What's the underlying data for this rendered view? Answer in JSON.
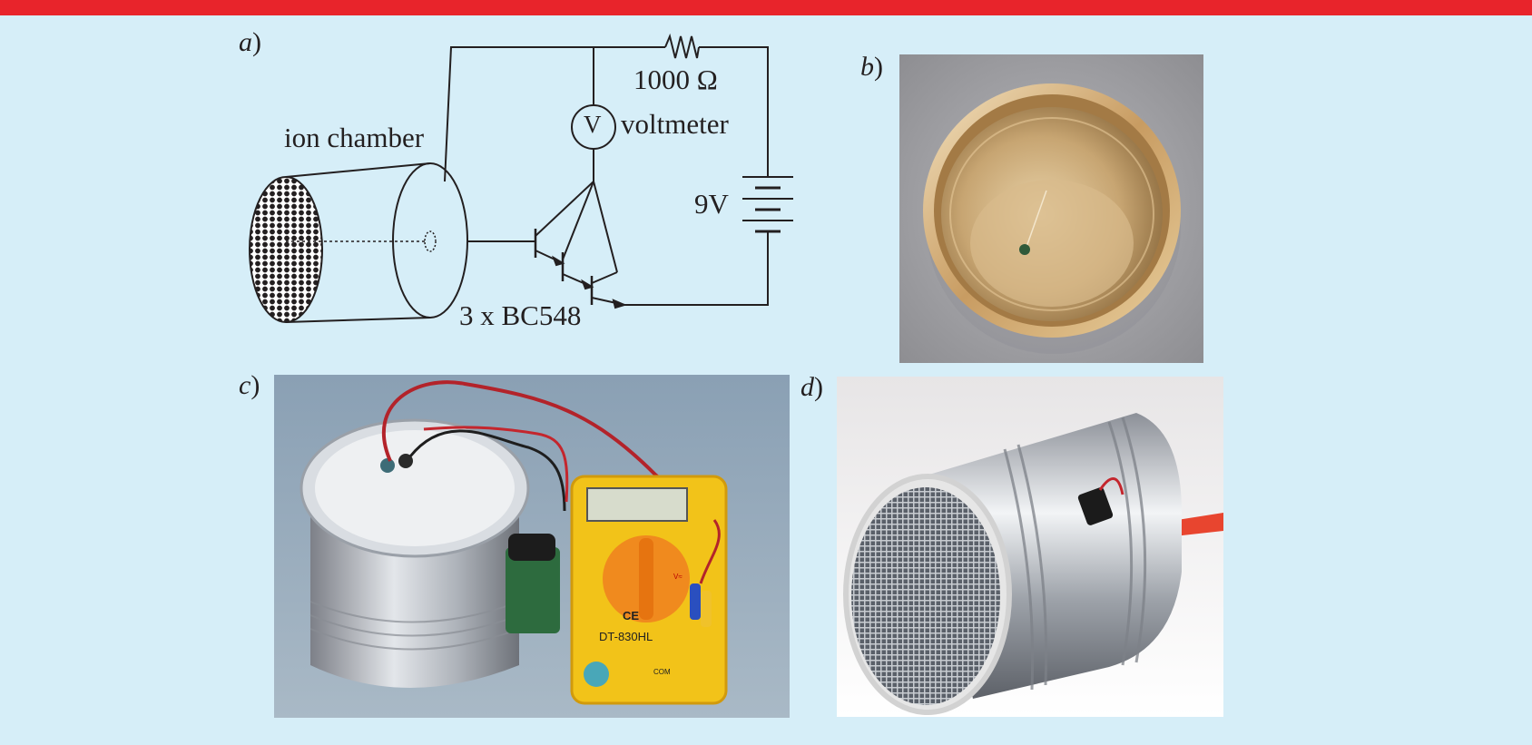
{
  "colors": {
    "top_bar": "#e8242b",
    "background": "#d6eef8",
    "ink": "#231f20"
  },
  "panels": {
    "a": {
      "label": "a",
      "paren": ")"
    },
    "b": {
      "label": "b",
      "paren": ")"
    },
    "c": {
      "label": "c",
      "paren": ")"
    },
    "d": {
      "label": "d",
      "paren": ")"
    }
  },
  "circuit": {
    "resistor_label": "1000 Ω",
    "voltmeter_symbol": "V",
    "voltmeter_label": "voltmeter",
    "chamber_label": "ion chamber",
    "battery_label": "9V",
    "transistor_label": "3 x BC548"
  },
  "photo_c": {
    "multimeter_model": "DT-830HL",
    "ce_mark": "CE",
    "com_label": "COM",
    "vac_label": "V≈"
  },
  "icons": [
    "resistor-icon",
    "voltmeter-icon",
    "battery-icon",
    "transistor-icon",
    "mesh-icon"
  ]
}
